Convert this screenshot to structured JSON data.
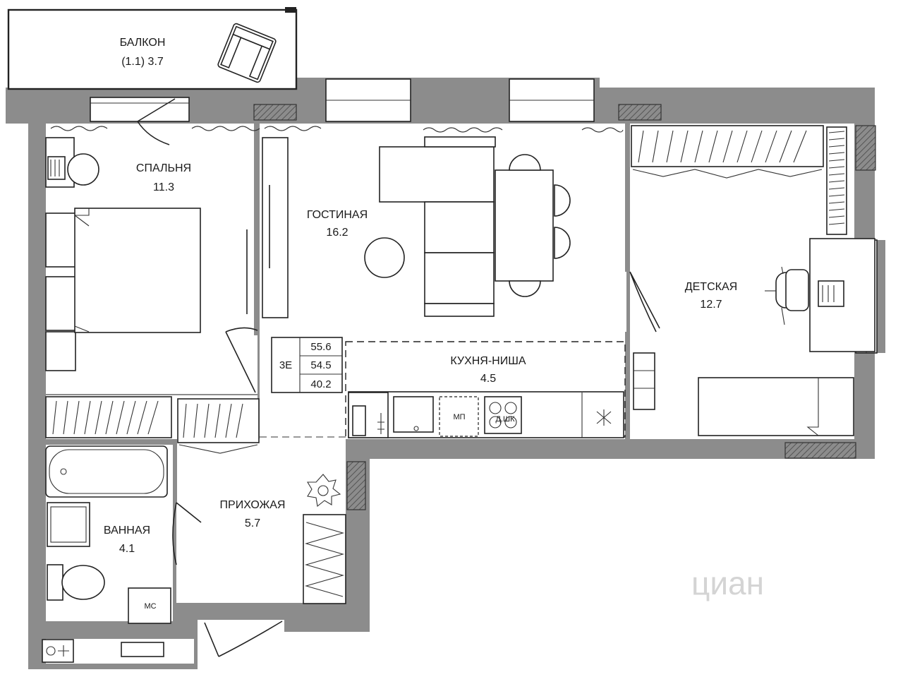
{
  "rooms": {
    "balcony": {
      "name": "БАЛКОН",
      "area": "(1.1) 3.7"
    },
    "bedroom": {
      "name": "СПАЛЬНЯ",
      "area": "11.3"
    },
    "living": {
      "name": "ГОСТИНАЯ",
      "area": "16.2"
    },
    "kids": {
      "name": "ДЕТСКАЯ",
      "area": "12.7"
    },
    "kitchen": {
      "name": "КУХНЯ-НИША",
      "area": "4.5"
    },
    "hall": {
      "name": "ПРИХОЖАЯ",
      "area": "5.7"
    },
    "bath": {
      "name": "ВАННАЯ",
      "area": "4.1"
    }
  },
  "summary": {
    "code": "3Е",
    "total": "55.6",
    "reduced": "54.5",
    "living": "40.2"
  },
  "appliances": {
    "dishwasher": "МП",
    "washer": "МС",
    "oven": "Д.ШК"
  },
  "watermark": "циан",
  "colors": {
    "wall": "#8c8c8c",
    "line": "#222222",
    "background": "#ffffff"
  }
}
